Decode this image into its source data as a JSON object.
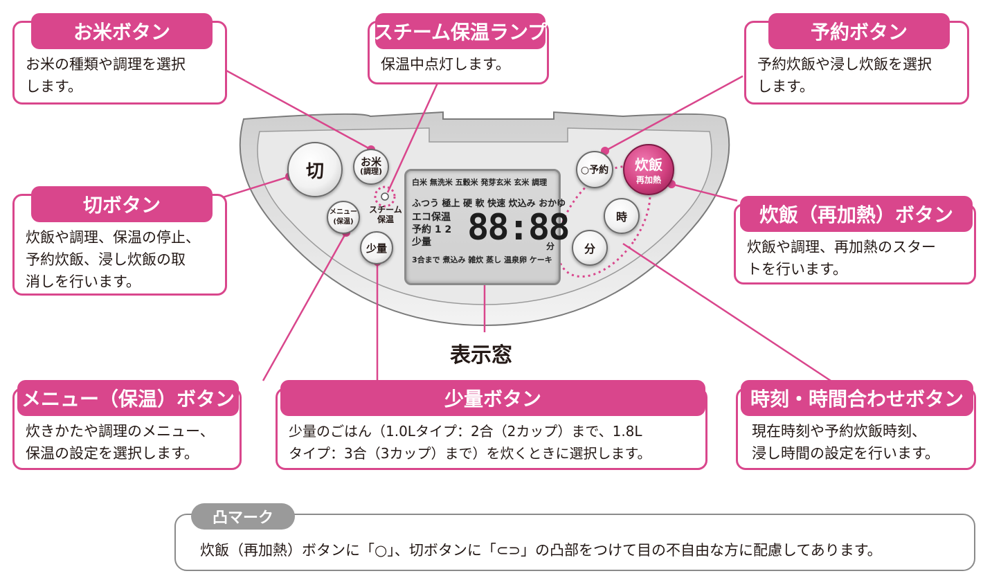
{
  "callouts": {
    "rice": {
      "title": "お米ボタン",
      "text": "お米の種類や調理を選択\nします。"
    },
    "steam": {
      "title": "スチーム保温ランプ",
      "text": "保温中点灯します。"
    },
    "timer": {
      "title": "予約ボタン",
      "text": "予約炊飯や浸し炊飯を選択\nします。"
    },
    "off": {
      "title": "切ボタン",
      "text": "炊飯や調理、保温の停止、\n予約炊飯、浸し炊飯の取\n消しを行います。"
    },
    "cook": {
      "title": "炊飯（再加熱）ボタン",
      "text": "炊飯や調理、再加熱のスター\nトを行います。"
    },
    "menu": {
      "title": "メニュー（保温）ボタン",
      "text": "炊きかたや調理のメニュー、\n保温の設定を選択します。"
    },
    "small": {
      "title": "少量ボタン",
      "text": "少量のごはん（1.0Lタイプ：2合（2カップ）まで、1.8L\nタイプ：3合（3カップ）まで）を炊くときに選択します。"
    },
    "clock": {
      "title": "時刻・時間合わせボタン",
      "text": "現在時刻や予約炊飯時刻、\n浸し時間の設定を行います。"
    }
  },
  "panel": {
    "off_button": "切",
    "rice_button_1": "お米",
    "rice_button_2": "(調理)",
    "menu_button_1": "メニュー",
    "menu_button_2": "(保温)",
    "steam_label_1": "スチーム",
    "steam_label_2": "保温",
    "small_button": "少量",
    "timer_button": "○予約",
    "cook_button_1": "炊飯",
    "cook_button_2": "再加熱",
    "hour_button": "時",
    "minute_button": "分",
    "display_label": "表示窓"
  },
  "lcd": {
    "row1": "白米 無洗米 五穀米 発芽玄米 玄米 調理",
    "row2": "ふつう 極上 硬 軟 快速 炊込み おかゆ",
    "row3": "エコ保温",
    "row4": "予約 1 2",
    "row5": "少量",
    "digits": "88:88",
    "unit": "分",
    "row6": "3合まで 煮込み 雑炊 蒸し 温泉卵 ケーキ"
  },
  "mark": {
    "tab": "凸マーク",
    "text": "炊飯（再加熱）ボタンに「○」、切ボタンに「⊂⊃」の凸部をつけて目の不自由な方に配慮してあります。"
  },
  "colors": {
    "accent": "#d9468c",
    "panel": "#e6e6e6",
    "frame": "#8a8a8a"
  }
}
